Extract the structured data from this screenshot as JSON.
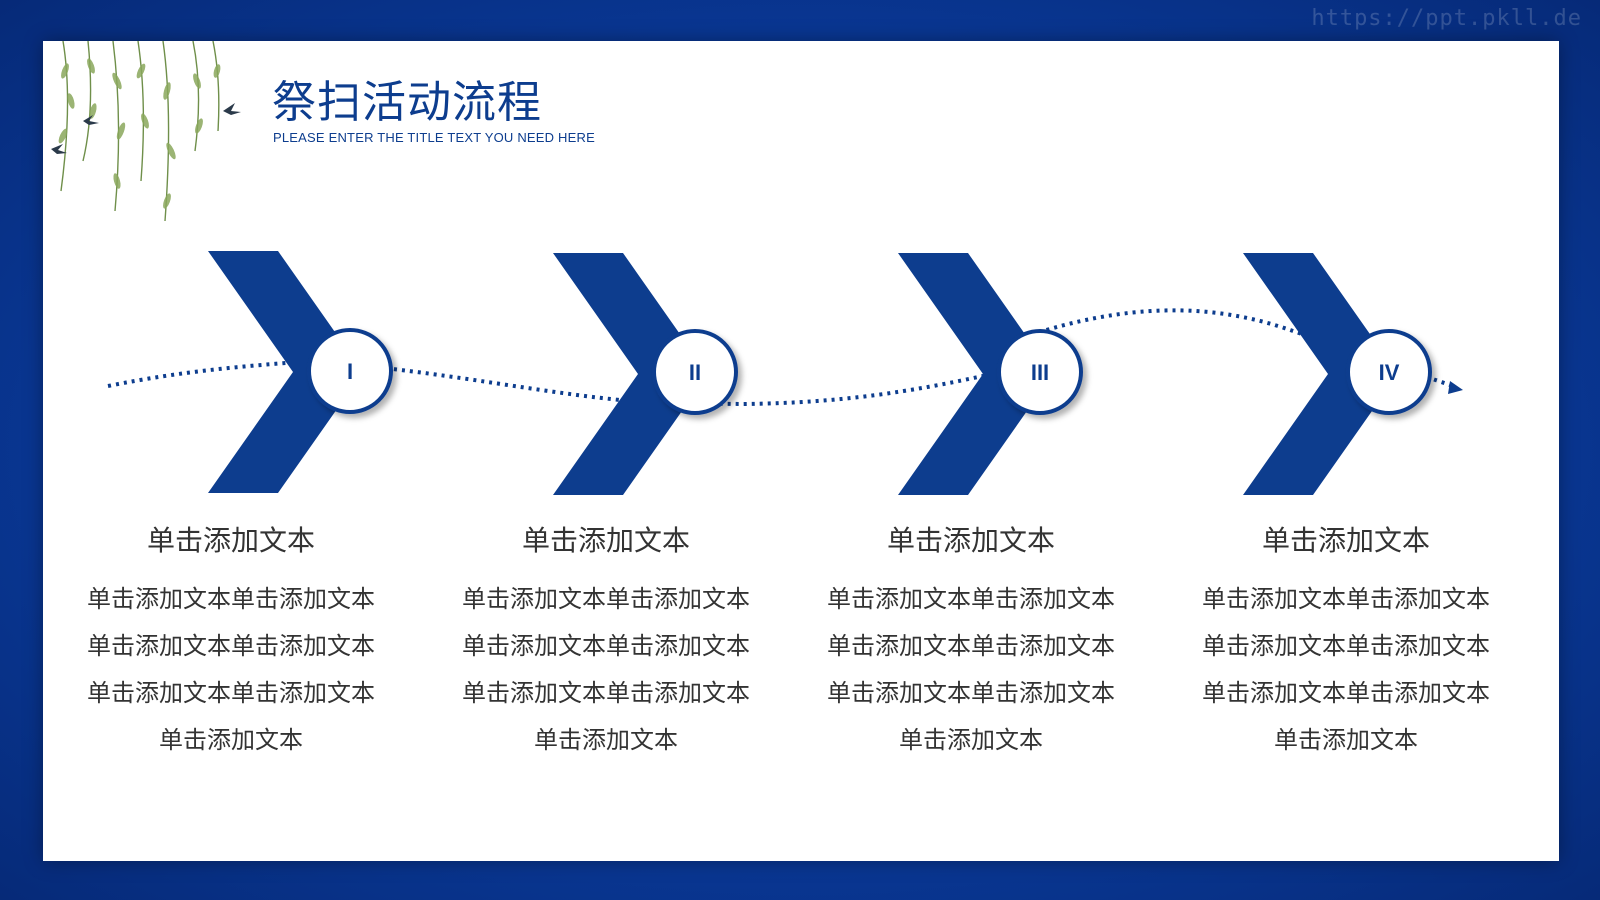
{
  "watermark": "https://ppt.pkll.de",
  "header": {
    "title": "祭扫活动流程",
    "subtitle": "PLEASE ENTER THE TITLE TEXT YOU NEED HERE"
  },
  "steps": [
    {
      "numeral": "I",
      "heading": "单击添加文本",
      "lines": [
        "单击添加文本单击添加文本",
        "单击添加文本单击添加文本",
        "单击添加文本单击添加文本",
        "单击添加文本"
      ]
    },
    {
      "numeral": "II",
      "heading": "单击添加文本",
      "lines": [
        "单击添加文本单击添加文本",
        "单击添加文本单击添加文本",
        "单击添加文本单击添加文本",
        "单击添加文本"
      ]
    },
    {
      "numeral": "III",
      "heading": "单击添加文本",
      "lines": [
        "单击添加文本单击添加文本",
        "单击添加文本单击添加文本",
        "单击添加文本单击添加文本",
        "单击添加文本"
      ]
    },
    {
      "numeral": "IV",
      "heading": "单击添加文本",
      "lines": [
        "单击添加文本单击添加文本",
        "单击添加文本单击添加文本",
        "单击添加文本单击添加文本",
        "单击添加文本"
      ]
    }
  ],
  "colors": {
    "primary": "#0d3d8e",
    "background": "#0a3a9a",
    "text": "#333333"
  }
}
